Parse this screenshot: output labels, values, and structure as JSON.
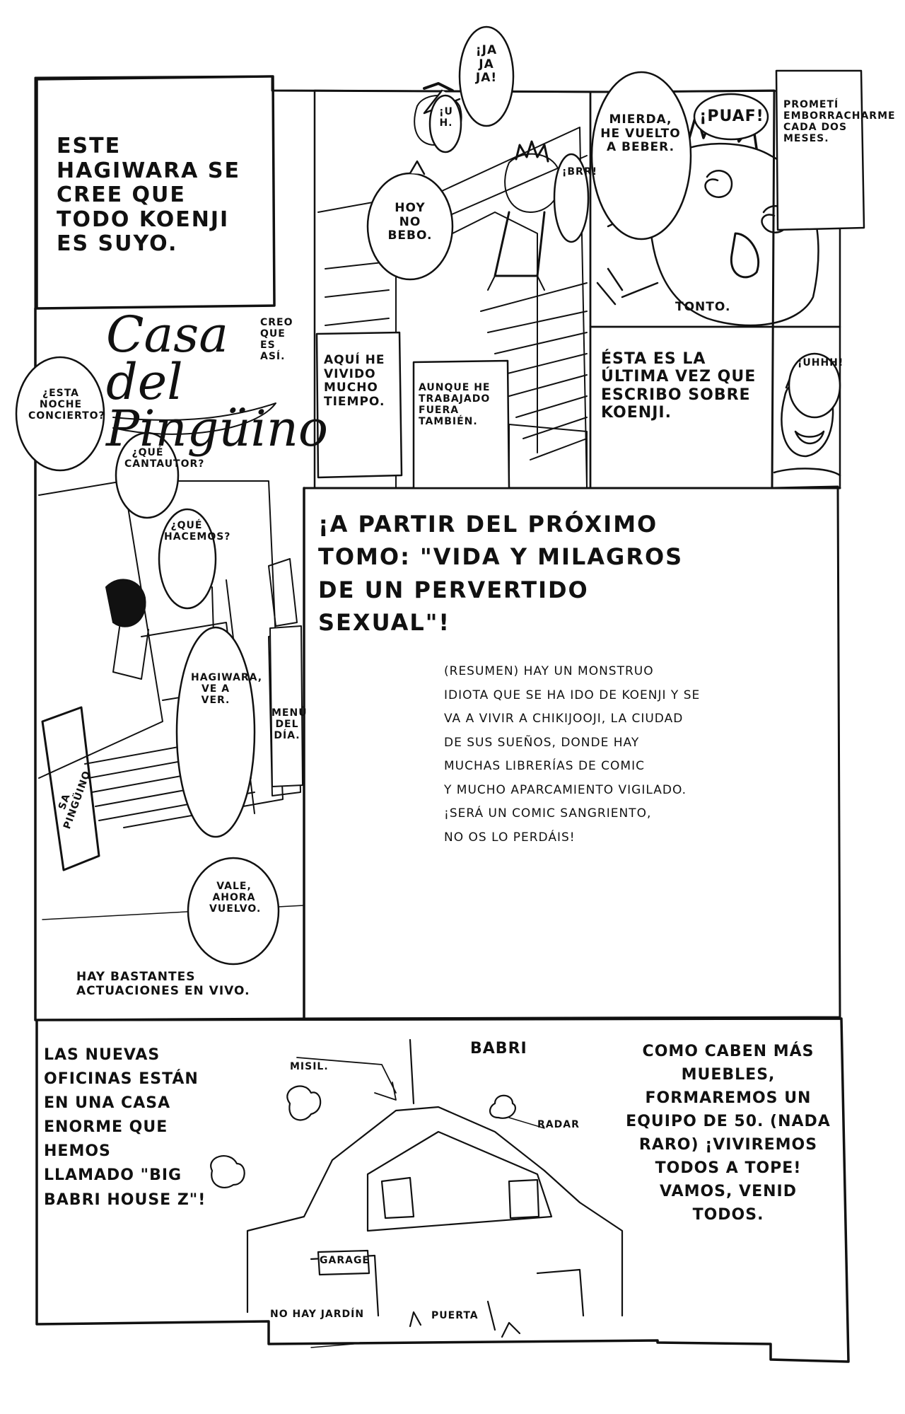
{
  "panel1": {
    "caption": "ESTE HAGIWARA SE CREE QUE TODO KOENJI ES SUYO."
  },
  "panel_stairs": {
    "laugh": "¡JA JA JA!",
    "grunt_small": "¡U H.",
    "no_drink": "HOY NO BEBO.",
    "burp": "¡BRR!",
    "lived": "AQUÍ HE VIVIDO MUCHO TIEMPO.",
    "worked": "AUNQUE HE TRABAJADO FUERA TAMBIÉN."
  },
  "panel_drunk": {
    "shit": "MIERDA, HE VUELTO A BEBER.",
    "puaf": "¡PUAF!",
    "promise": "PROMETÍ EMBORRACHARME CADA DOS MESES.",
    "dumb": "TONTO."
  },
  "panel_last": {
    "caption": "ÉSTA ES LA ÚLTIMA VEZ QUE ESCRIBO SOBRE KOENJI.",
    "sound": "¡UHHH!"
  },
  "panel_pinguino": {
    "sign": "Casa del Pingüino",
    "think": "CREO QUE ES ASÍ.",
    "concert": "¿ESTA NOCHE CONCIERTO?",
    "singer": "¿QUÉ CANTAUTOR?",
    "what": "¿QUÉ HACEMOS?",
    "hagiwara": "HAGIWARA, VE A VER.",
    "menu": "MENÚ DEL DÍA.",
    "ok": "VALE, AHORA VUELVO.",
    "caption": "HAY BASTANTES ACTUACIONES EN VIVO.",
    "door_sign": "SA PINGÜINO"
  },
  "panel_next": {
    "headline": "¡A PARTIR DEL PRÓXIMO TOMO: \"VIDA Y MILAGROS DE UN PERVERTIDO SEXUAL\"!",
    "summary_lines": [
      "(RESUMEN) HAY UN MONSTRUO",
      "IDIOTA QUE SE HA IDO DE KOENJI Y SE",
      "VA A VIVIR A CHIKIJOOJI, LA CIUDAD",
      "DE SUS SUEÑOS, DONDE HAY",
      "MUCHAS LIBRERÍAS DE COMIC",
      "Y MUCHO APARCAMIENTO VIGILADO.",
      "¡SERÁ UN COMIC SANGRIENTO,",
      "NO OS LO PERDÁIS!"
    ]
  },
  "panel_house": {
    "left_text": "LAS NUEVAS OFICINAS ESTÁN EN UNA CASA ENORME QUE HEMOS LLAMADO \"BIG BABRI HOUSE Z\"!",
    "title": "BABRI",
    "misil": "MISIL.",
    "radar": "RADAR",
    "garage": "GARAGE",
    "no_garden": "NO HAY JARDÍN",
    "door": "PUERTA",
    "right_text": "COMO CABEN MÁS MUEBLES, FORMAREMOS UN EQUIPO DE 50. (NADA RARO) ¡VIVIREMOS TODOS A TOPE! VAMOS, VENID TODOS."
  }
}
